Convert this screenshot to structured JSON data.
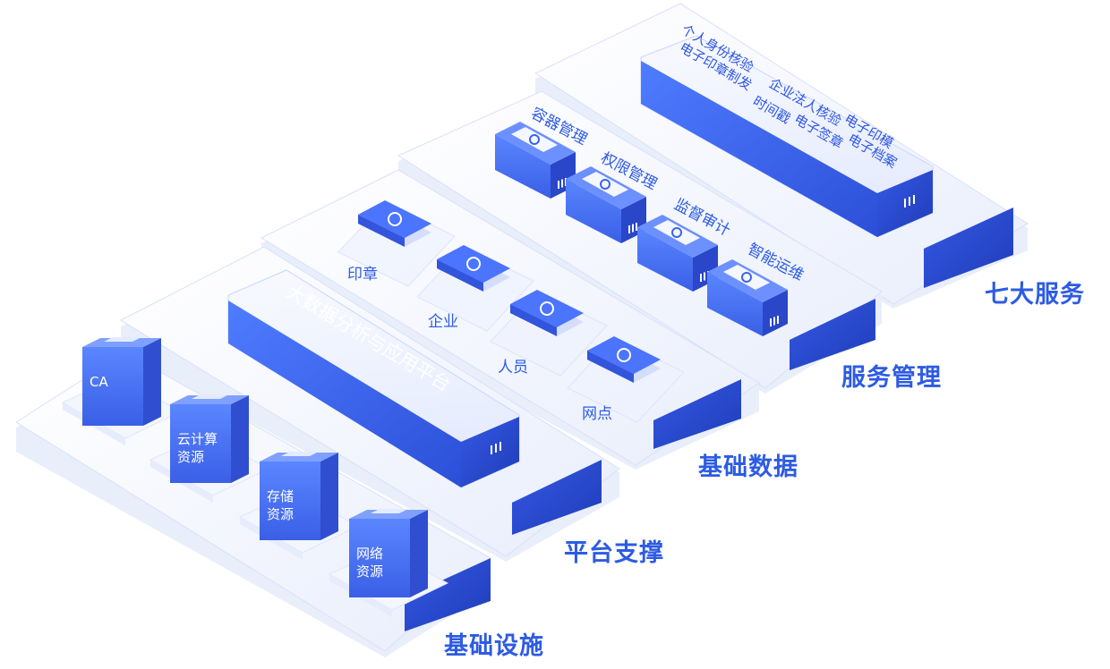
{
  "layers": [
    {
      "label": "基础设施",
      "items": [
        "CA",
        "云计算\n资源",
        "存储\n资源",
        "网络\n资源"
      ]
    },
    {
      "label": "平台支撑",
      "items": [
        "大数据分析与应用平台"
      ]
    },
    {
      "label": "基础数据",
      "items": [
        "印章",
        "企业",
        "人员",
        "网点"
      ]
    },
    {
      "label": "服务管理",
      "items": [
        "容器管理",
        "权限管理",
        "监督审计",
        "智能运维"
      ]
    },
    {
      "label": "七大服务",
      "items": [
        "个人身份核验",
        "电子印章制发",
        "企业法人核验",
        "时间戳",
        "电子签章",
        "电子印模",
        "电子档案"
      ]
    }
  ],
  "icons": {
    "data": [
      "seal-icon",
      "enterprise-icon",
      "person-icon",
      "outlet-icon"
    ],
    "service": [
      "container-icon",
      "permission-icon",
      "audit-icon",
      "ops-icon"
    ]
  },
  "colors": {
    "primary": "#3a63f0",
    "primary_dark": "#2442c9",
    "label": "#2d5be3",
    "platform_top": "#f2f5fd",
    "platform_edge": "#dfe6fb"
  }
}
